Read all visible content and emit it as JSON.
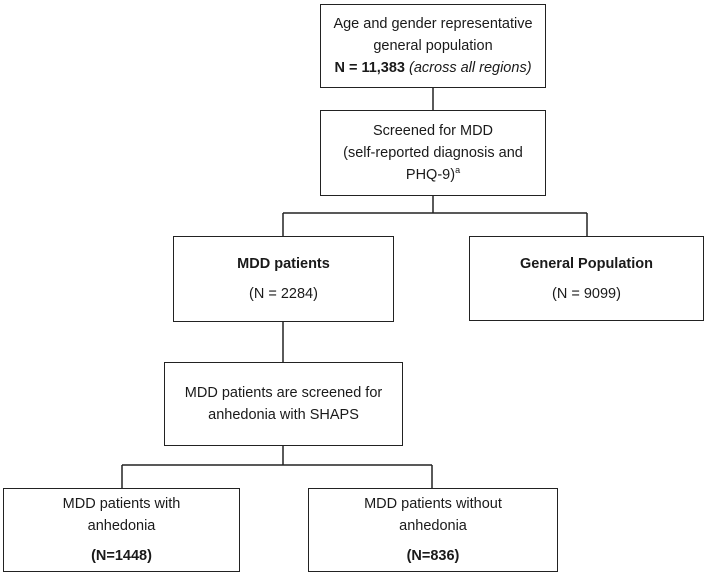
{
  "boxes": {
    "population": {
      "line1": "Age and gender representative",
      "line2": "general population",
      "n_bold": "N = 11,383",
      "n_italic": "(across all regions)"
    },
    "screened": {
      "line1": "Screened for MDD",
      "line2": "(self-reported diagnosis and",
      "line3": "PHQ-9)",
      "footnote_mark": "a"
    },
    "mdd_patients": {
      "title": "MDD patients",
      "n": "(N = 2284)"
    },
    "general_population": {
      "title": "General Population",
      "n": "(N = 9099)"
    },
    "anhedonia_screen": {
      "line1": "MDD patients are screened for",
      "line2": "anhedonia with SHAPS"
    },
    "with_anhedonia": {
      "line1": "MDD patients with",
      "line2": "anhedonia",
      "n": "(N=1448)"
    },
    "without_anhedonia": {
      "line1": "MDD patients without",
      "line2": "anhedonia",
      "n": "(N=836)"
    }
  }
}
